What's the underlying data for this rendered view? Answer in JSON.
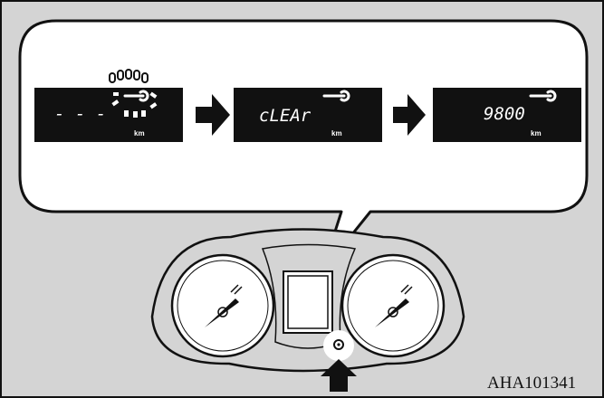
{
  "figure_code": "AHA101341",
  "colors": {
    "background": "#d4d4d4",
    "outline": "#111111",
    "lcd_panel": "#111111",
    "lcd_text": "#ffffff",
    "callout_fill": "#ffffff"
  },
  "display_sequence": [
    {
      "segment_text": "- - -",
      "unit": "km",
      "icon": "blinking-wrench-icon",
      "wrench_blinking": true
    },
    {
      "segment_text": "cLEAr",
      "unit": "km",
      "icon": "wrench-icon",
      "wrench_blinking": false
    },
    {
      "segment_text": "9800",
      "unit": "km",
      "icon": "wrench-icon",
      "wrench_blinking": false
    }
  ],
  "transition_arrows": [
    "arrow-right-icon",
    "arrow-right-icon"
  ],
  "instrument_cluster": {
    "gauges": [
      "left-gauge",
      "right-gauge"
    ],
    "button_icon": "reset-button-icon",
    "pointer_icon": "arrow-up-icon"
  }
}
